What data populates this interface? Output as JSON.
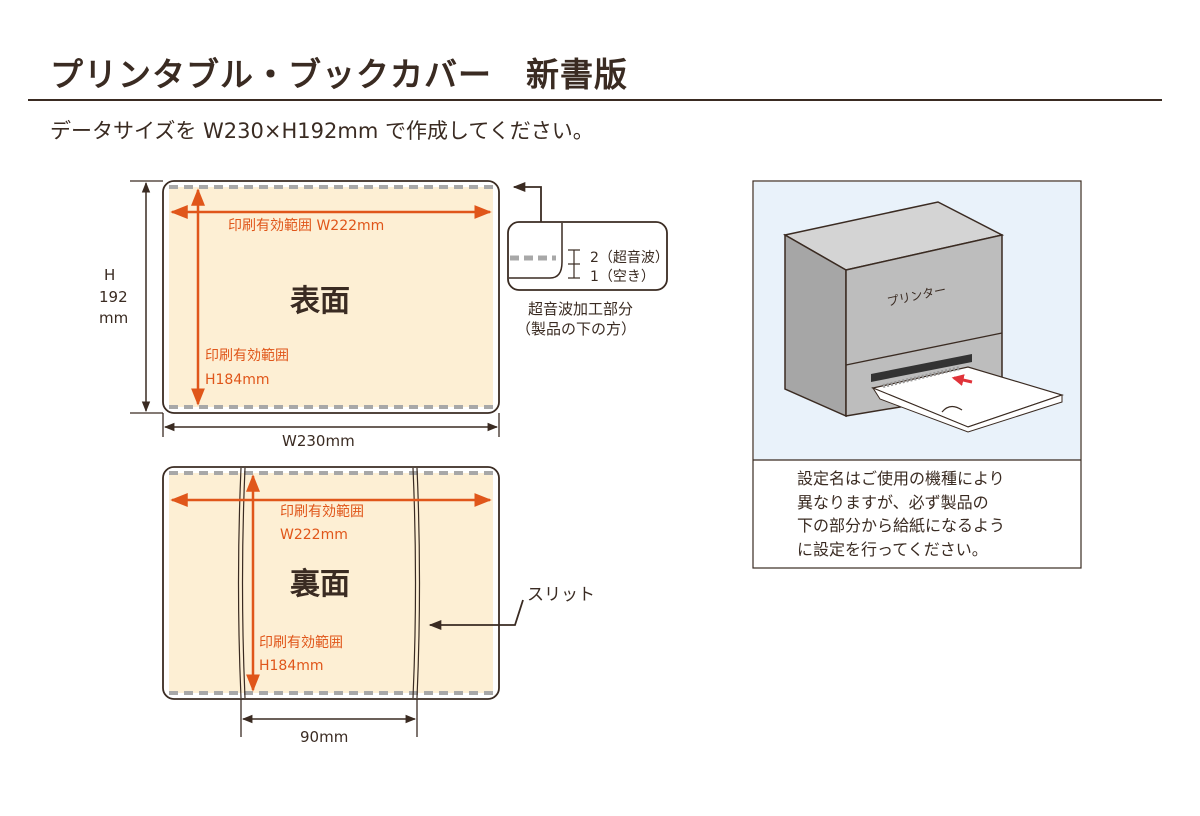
{
  "header": {
    "title": "プリンタブル・ブックカバー　新書版",
    "subtitle": "データサイズを W230×H192mm で作成してください。"
  },
  "front": {
    "print_width_label": "印刷有効範囲 W222mm",
    "face_label": "表面",
    "print_height_label_line1": "印刷有効範囲",
    "print_height_label_line2": "H184mm",
    "height_label_line1": "H",
    "height_label_line2": "192",
    "height_label_line3": "mm",
    "width_label": "W230mm"
  },
  "detail": {
    "label_line1": "2（超音波）",
    "label_line2": "1（空き）",
    "caption_line1": "超音波加工部分",
    "caption_line2": "（製品の下の方）"
  },
  "back": {
    "print_width_label_line1": "印刷有効範囲",
    "print_width_label_line2": "W222mm",
    "face_label": "裏面",
    "print_height_label_line1": "印刷有効範囲",
    "print_height_label_line2": "H184mm",
    "slit_label": "スリット",
    "flap_width_label": "90mm"
  },
  "printer_panel": {
    "printer_label": "プリンター",
    "note_lines": [
      "設定名はご使用の機種により",
      "異なりますが、必ず製品の",
      "下の部分から給紙になるよう",
      "に設定を行ってください。"
    ]
  },
  "colors": {
    "text": "#3a2b22",
    "accent_orange": "#e0561a",
    "print_area_fill": "#fdefd4",
    "dashed_gray": "#a8a8a8",
    "panel_bg": "#e9f2fa",
    "printer_gray": "#b9b9b9"
  }
}
